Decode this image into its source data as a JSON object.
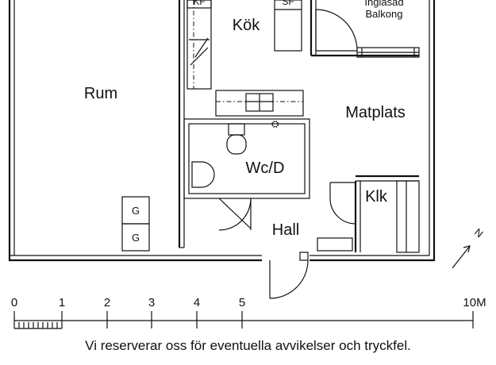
{
  "rooms": {
    "kitchen": "Kök",
    "glazed_balcony_line1": "Inglasad",
    "glazed_balcony_line2": "Balkong",
    "living_room": "Rum",
    "dining": "Matplats",
    "wc_shower": "Wc/D",
    "closet": "Klk",
    "hall": "Hall"
  },
  "appliances": {
    "fridge": "KF",
    "freezer": "SF",
    "cabinet_top": "G",
    "cabinet_bottom": "G"
  },
  "compass": {
    "north_label": "N"
  },
  "scale": {
    "ticks": [
      "0",
      "1",
      "2",
      "3",
      "4",
      "5",
      "10M"
    ]
  },
  "disclaimer": "Vi reserverar oss för eventuella avvikelser och tryckfel."
}
